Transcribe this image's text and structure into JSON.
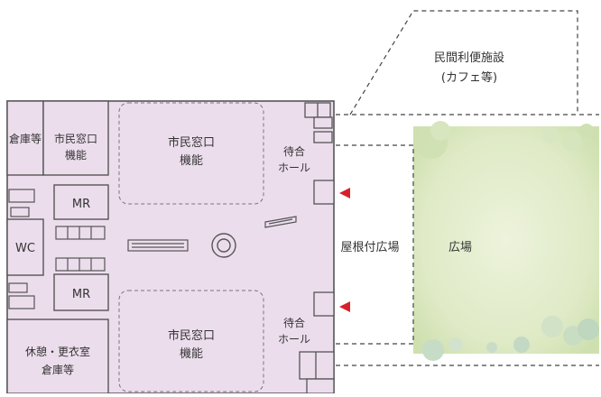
{
  "labels": {
    "cafe_line1": "民間利便施設",
    "cafe_line2": "(カフェ等)",
    "storage": "倉庫等",
    "citizen_small_line1": "市民窓口",
    "citizen_small_line2": "機能",
    "citizen_top_line1": "市民窓口",
    "citizen_top_line2": "機能",
    "citizen_bottom_line1": "市民窓口",
    "citizen_bottom_line2": "機能",
    "waiting_top_line1": "待合",
    "waiting_top_line2": "ホール",
    "waiting_bottom_line1": "待合",
    "waiting_bottom_line2": "ホール",
    "mr_top": "MR",
    "mr_bottom": "MR",
    "wc": "WC",
    "rest_line1": "休憩・更衣室",
    "rest_line2": "倉庫等",
    "covered_plaza": "屋根付広場",
    "plaza": "広場"
  },
  "colors": {
    "building_fill": "#ecdded",
    "wall": "#555555",
    "plaza_fill": "#e4ecd0",
    "entrance_marker": "#d9202a",
    "dashed_line": "#444444"
  },
  "icons": {
    "entrance_marker": "triangle-left",
    "stairs": "stair-lines",
    "elevator": "circle-ring"
  }
}
